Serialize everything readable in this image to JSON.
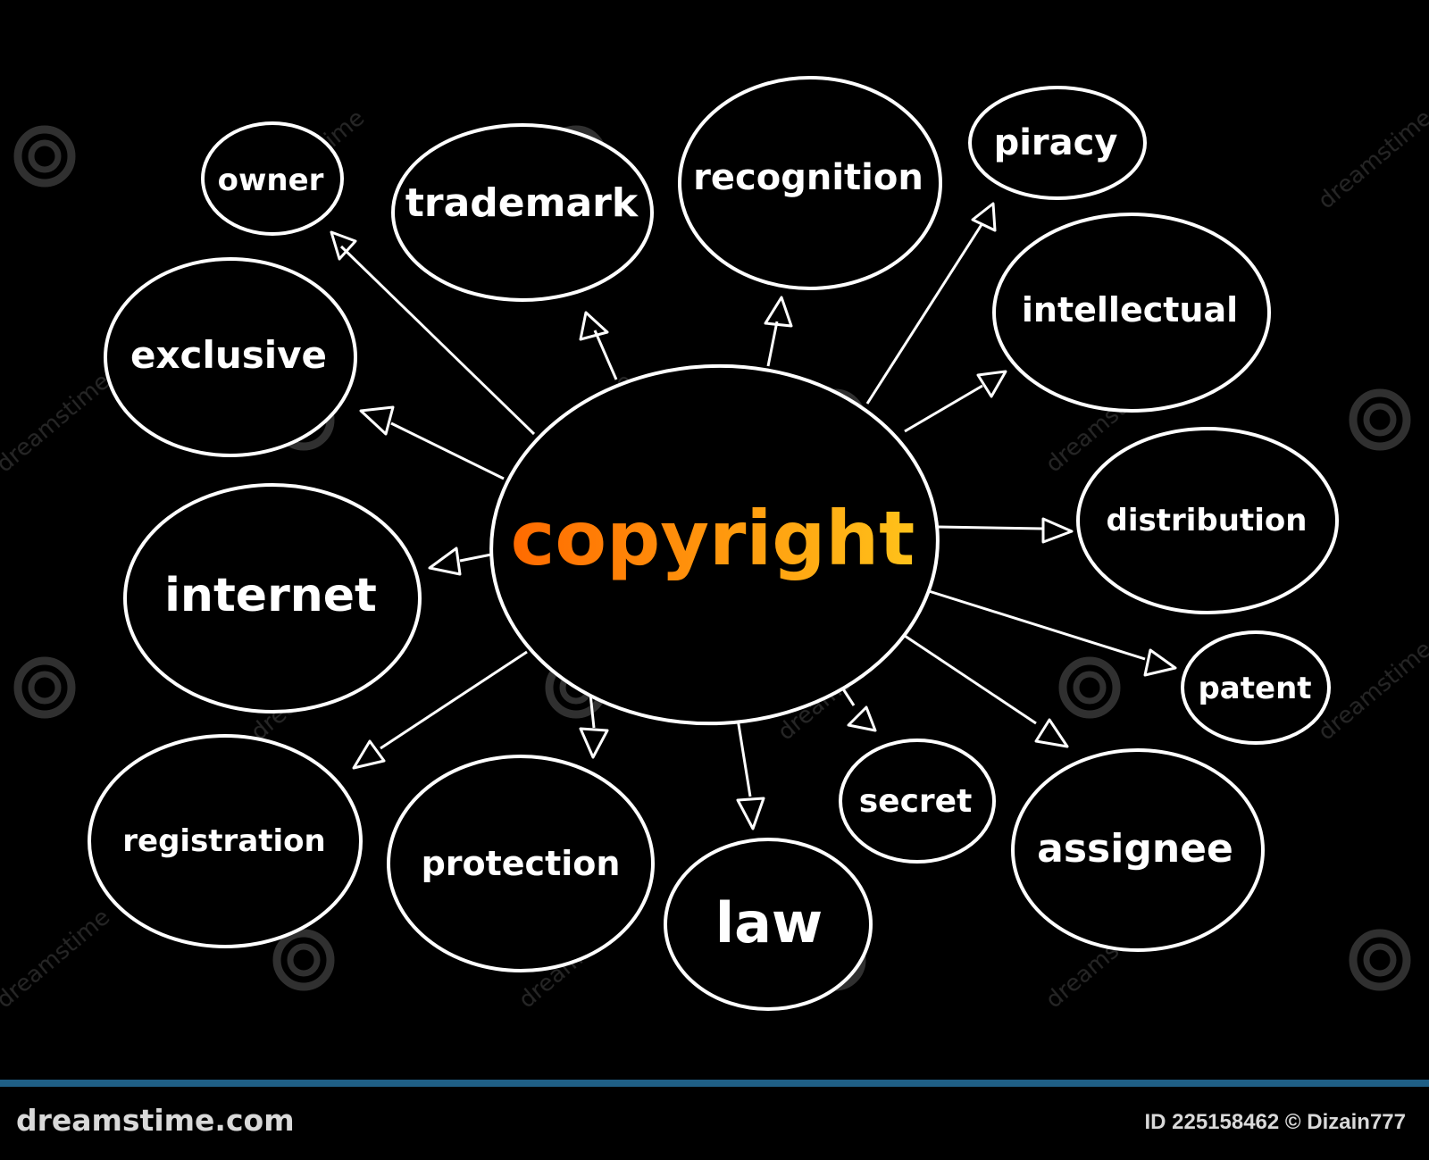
{
  "diagram": {
    "center": "copyright",
    "nodes": [
      {
        "id": "owner",
        "label": "owner"
      },
      {
        "id": "trademark",
        "label": "trademark"
      },
      {
        "id": "recognition",
        "label": "recognition"
      },
      {
        "id": "piracy",
        "label": "piracy"
      },
      {
        "id": "exclusive",
        "label": "exclusive"
      },
      {
        "id": "intellectual",
        "label": "intellectual"
      },
      {
        "id": "internet",
        "label": "internet"
      },
      {
        "id": "distribution",
        "label": "distribution"
      },
      {
        "id": "patent",
        "label": "patent"
      },
      {
        "id": "registration",
        "label": "registration"
      },
      {
        "id": "protection",
        "label": "protection"
      },
      {
        "id": "law",
        "label": "law"
      },
      {
        "id": "secret",
        "label": "secret"
      },
      {
        "id": "assignee",
        "label": "assignee"
      }
    ]
  },
  "watermark": {
    "text": "dreamstime"
  },
  "footer": {
    "site": "dreamstime.com",
    "image_id": "ID 225158462 © Dizain777"
  },
  "colors": {
    "background": "#000000",
    "stroke": "#ffffff",
    "center_gradient_start": "#ff6a00",
    "center_gradient_end": "#ffc21a",
    "footer_strip": "#1f5f86"
  }
}
